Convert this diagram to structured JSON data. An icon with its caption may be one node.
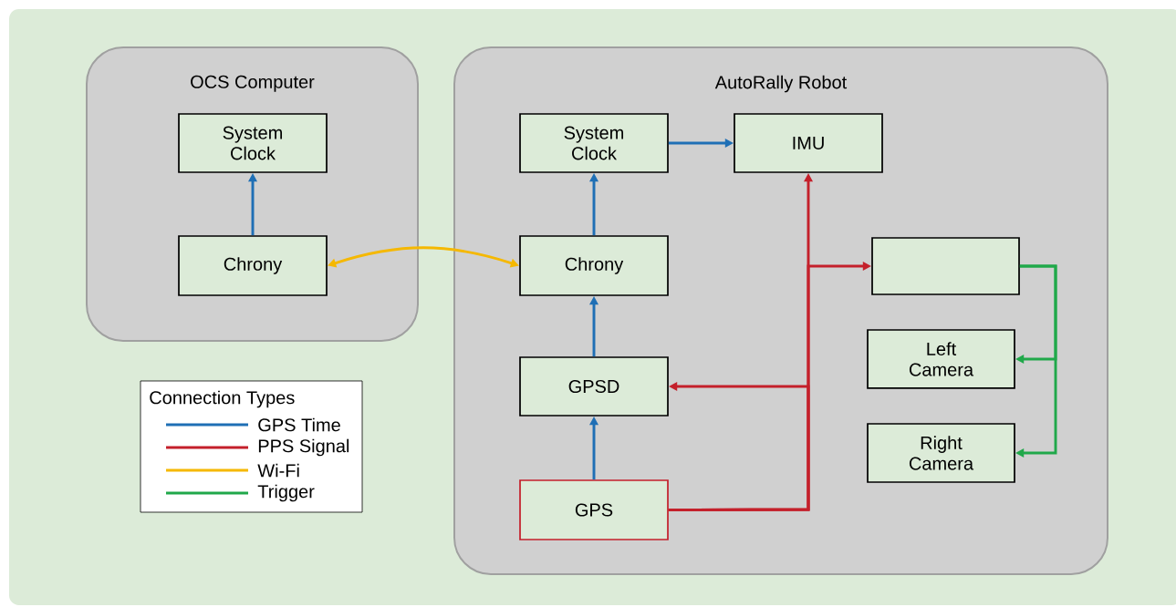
{
  "diagram": {
    "nodes": [
      {
        "text": [
          "OCS Computer"
        ]
      },
      {
        "text": [
          "System Clock"
        ],
        "in": 0
      },
      {
        "text": [
          "Chrony"
        ],
        "in": 0
      },
      {
        "text": [
          "AutoRally Robot"
        ]
      },
      {
        "text": [
          "System Clock"
        ],
        "in": 3
      },
      {
        "text": [
          "IMU"
        ],
        "in": 3
      },
      {
        "text": [
          "Chrony"
        ],
        "in": 3
      },
      {
        "text": [],
        "shape": "box",
        "in": 3
      },
      {
        "text": [
          "Left Camera"
        ],
        "in": 3
      },
      {
        "text": [
          "GPSD"
        ],
        "in": 3
      },
      {
        "text": [
          "Right Camera"
        ],
        "in": 3
      },
      {
        "text": [
          "GPS"
        ],
        "in": 3
      }
    ],
    "edges": [
      {
        "from": 2,
        "to": 1,
        "arrow": "to",
        "color": "#1f6fb5"
      },
      {
        "from": 2,
        "to": 6,
        "arrow": "both",
        "color": "#f5b800"
      },
      {
        "from": 4,
        "to": 5,
        "arrow": "to",
        "color": "#1f6fb5"
      },
      {
        "from": 6,
        "to": 4,
        "arrow": "to",
        "color": "#1f6fb5"
      },
      {
        "from": 9,
        "to": 6,
        "arrow": "to",
        "color": "#1f6fb5"
      },
      {
        "from": 11,
        "to": 9,
        "arrow": "to",
        "color": "#1f6fb5"
      },
      {
        "from": 11,
        "to": 5,
        "arrow": "to",
        "color": "#c4202b"
      },
      {
        "from": 11,
        "to": 7,
        "arrow": "to",
        "color": "#c4202b"
      },
      {
        "from": 11,
        "to": 9,
        "arrow": "to",
        "color": "#c4202b"
      },
      {
        "from": 7,
        "to": 8,
        "arrow": "to",
        "color": "#20a84a"
      },
      {
        "from": 7,
        "to": 10,
        "arrow": "to",
        "color": "#20a84a"
      }
    ],
    "labels": [
      "Connection Types"
    ],
    "legend": [
      {
        "text": "GPS Time",
        "color": "#1f6fb5"
      },
      {
        "text": "PPS Signal",
        "color": "#c4202b"
      },
      {
        "text": "Wi-Fi",
        "color": "#f5b800"
      },
      {
        "text": "Trigger",
        "color": "#20a84a"
      }
    ]
  }
}
